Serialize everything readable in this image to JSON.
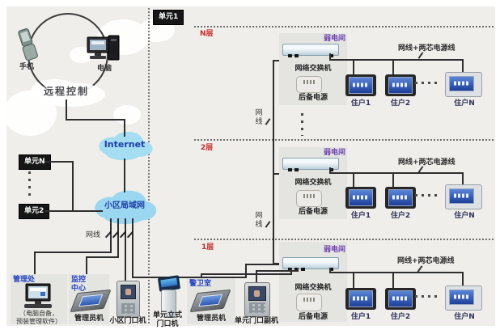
{
  "remote_control": {
    "label": "远程控制",
    "phone": "手机",
    "computer": "电脑"
  },
  "units": {
    "unit1": "单元1",
    "unitN": "单元N",
    "unit2": "单元2"
  },
  "network": {
    "internet": "Internet",
    "lan": "小区局域网",
    "cable": "网线",
    "cable_vertical": "网\n线"
  },
  "floors": [
    {
      "tag": "N层",
      "room": "弱电间",
      "switch_label": "网络交换机",
      "backup_label": "后备电源",
      "cable_label": "网线+两芯电源线",
      "residents": [
        "住户1",
        "住户2",
        "住户N"
      ]
    },
    {
      "tag": "2层",
      "room": "弱电间",
      "switch_label": "网络交换机",
      "backup_label": "后备电源",
      "cable_label": "网线+两芯电源线",
      "residents": [
        "住户1",
        "住户2",
        "住户N"
      ]
    },
    {
      "tag": "1层",
      "room": "弱电间",
      "switch_label": "网络交换机",
      "backup_label": "后备电源",
      "cable_label": "网线+两芯电源线",
      "residents": [
        "住户1",
        "住户2",
        "住户N"
      ]
    }
  ],
  "management": {
    "office_tag": "管理处",
    "office_note": "（电脑自备，\n预装管理软件）",
    "monitor_center_tag": "监控\n中心",
    "monitor_center_machine": "管理员机",
    "community_door": "小区门口机",
    "kiosk": "单元立式\n门口机",
    "guard_tag": "警卫室",
    "guard_machine": "管理员机",
    "sub_door": "单元门口副机"
  }
}
